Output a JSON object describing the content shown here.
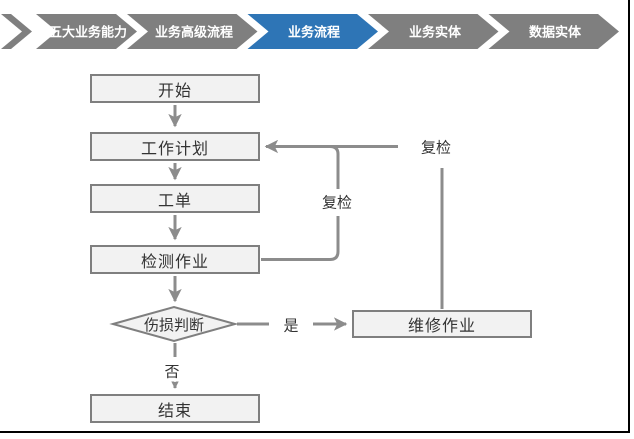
{
  "breadcrumb": {
    "items": [
      {
        "label": "五大业务能力",
        "active": false
      },
      {
        "label": "业务高级流程",
        "active": false
      },
      {
        "label": "业务流程",
        "active": true
      },
      {
        "label": "业务实体",
        "active": false
      },
      {
        "label": "数据实体",
        "active": false
      }
    ],
    "colors": {
      "inactive": "#7f7f7f",
      "active": "#2e75b6",
      "text": "#ffffff"
    }
  },
  "flowchart": {
    "nodes": {
      "start": "开始",
      "work_plan": "工作计划",
      "work_order": "工单",
      "inspection": "检测作业",
      "damage_check": "伤损判断",
      "repair": "维修作业",
      "end": "结束"
    },
    "edge_labels": {
      "yes": "是",
      "no": "否",
      "recheck_loop": "复检",
      "recheck_repair": "复检"
    },
    "colors": {
      "node_fill": "#f2f2f2",
      "node_border": "#7f7f7f",
      "connector": "#8c8c8c",
      "label_text": "#333333"
    }
  }
}
